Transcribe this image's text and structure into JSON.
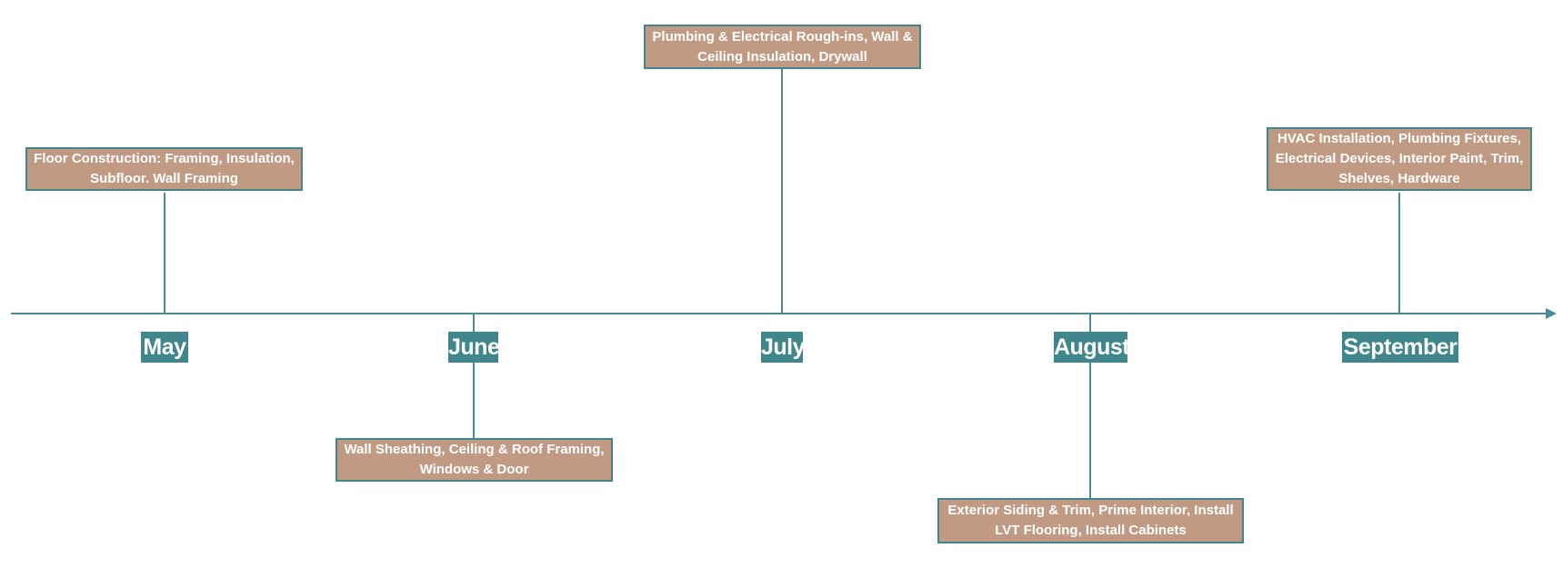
{
  "months": [
    {
      "label": "May"
    },
    {
      "label": "June"
    },
    {
      "label": "July"
    },
    {
      "label": "August"
    },
    {
      "label": "September"
    }
  ],
  "events": [
    {
      "month": "May",
      "text": "Floor Construction: Framing, Insulation, Subfloor. Wall Framing",
      "position": "above"
    },
    {
      "month": "June",
      "text": "Wall Sheathing, Ceiling & Roof Framing, Windows & Door",
      "position": "below"
    },
    {
      "month": "July",
      "text": "Plumbing & Electrical Rough-ins, Wall & Ceiling Insulation, Drywall",
      "position": "above"
    },
    {
      "month": "August",
      "text": "Exterior Siding & Trim, Prime Interior, Install LVT Flooring, Install Cabinets",
      "position": "below"
    },
    {
      "month": "September",
      "text": "HVAC Installation, Plumbing Fixtures, Electrical Devices, Interior Paint, Trim, Shelves, Hardware",
      "position": "above"
    }
  ],
  "colors": {
    "line": "#4a8c92",
    "box_fill": "#c09a83",
    "label_fill": "#3f868d",
    "text": "#ffffff"
  }
}
